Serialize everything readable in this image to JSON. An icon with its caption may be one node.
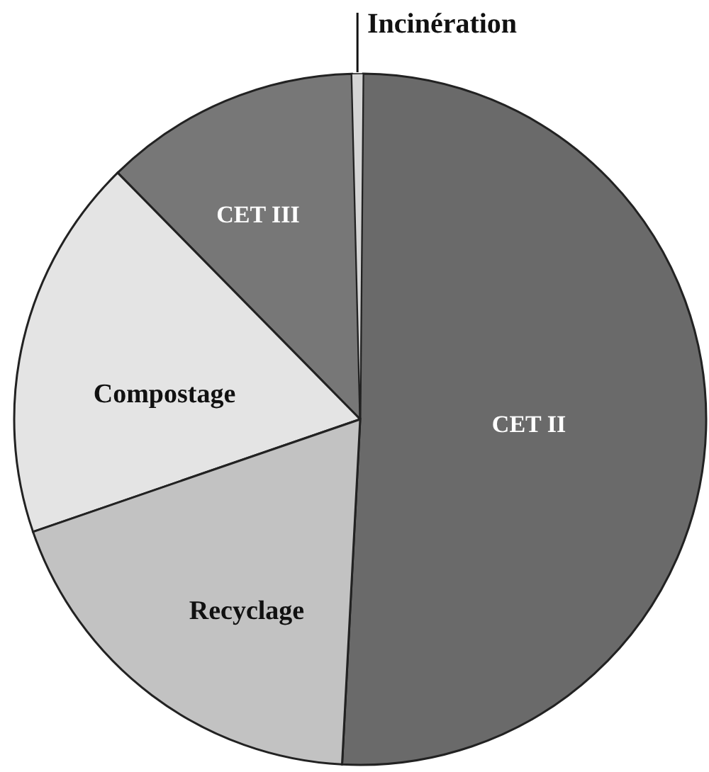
{
  "diagram": {
    "nodes": [
      {
        "text": [
          "Incinération"
        ]
      },
      {
        "text": [],
        "shape": "wedge"
      },
      {
        "text": [
          "CET III"
        ]
      },
      {
        "text": [
          "Compostage"
        ]
      },
      {
        "text": [
          "CET II"
        ]
      },
      {
        "text": [
          "Recyclage"
        ]
      }
    ],
    "edges": [
      {
        "from": 0,
        "to": 1,
        "arrow": "none"
      }
    ]
  }
}
